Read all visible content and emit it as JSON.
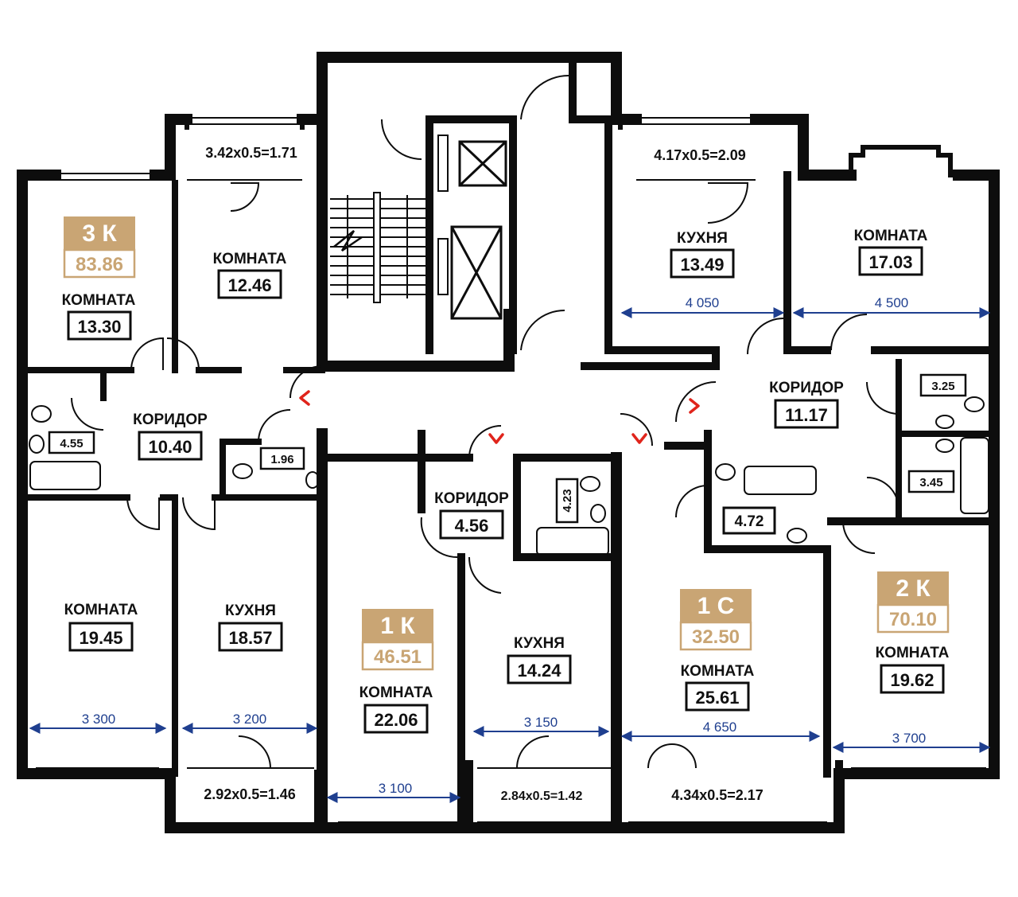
{
  "colors": {
    "wall": "#0d0d0d",
    "dimension": "#1f3f8f",
    "badge_gold": "#c9a574",
    "door_marker": "#e0241b"
  },
  "apartments": {
    "a3k": {
      "type": "3 К",
      "area": "83.86"
    },
    "a1k": {
      "type": "1 К",
      "area": "46.51"
    },
    "a1c": {
      "type": "1 С",
      "area": "32.50"
    },
    "a2k": {
      "type": "2 К",
      "area": "70.10"
    }
  },
  "rooms": {
    "a3k_room1": {
      "name": "КОМНАТА",
      "area": "13.30"
    },
    "a3k_room2": {
      "name": "КОМНАТА",
      "area": "12.46"
    },
    "a3k_corridor": {
      "name": "КОРИДОР",
      "area": "10.40"
    },
    "a3k_room3": {
      "name": "КОМНАТА",
      "area": "19.45"
    },
    "a3k_kitchen": {
      "name": "КУХНЯ",
      "area": "18.57"
    },
    "a1k_corridor": {
      "name": "КОРИДОР",
      "area": "4.56"
    },
    "a1k_room": {
      "name": "КОМНАТА",
      "area": "22.06"
    },
    "a1k_kitchen": {
      "name": "КУХНЯ",
      "area": "14.24"
    },
    "a1c_room": {
      "name": "КОМНАТА",
      "area": "25.61"
    },
    "a2k_kitchen": {
      "name": "КУХНЯ",
      "area": "13.49"
    },
    "a2k_room1": {
      "name": "КОМНАТА",
      "area": "17.03"
    },
    "a2k_corridor": {
      "name": "КОРИДОР",
      "area": "11.17"
    },
    "a2k_room2": {
      "name": "КОМНАТА",
      "area": "19.62"
    }
  },
  "bathrooms": {
    "b1": "4.55",
    "b2": "1.96",
    "b3": "4.23",
    "b4": "4.72",
    "b5": "3.25",
    "b6": "3.45"
  },
  "balconies": {
    "bal1": "3.42x0.5=1.71",
    "bal2": "4.17x0.5=2.09",
    "bal3": "2.92x0.5=1.46",
    "bal4": "2.84x0.5=1.42",
    "bal5": "4.34x0.5=2.17"
  },
  "dimensions": {
    "d1": "3 300",
    "d2": "3 200",
    "d3": "3 100",
    "d4": "3 150",
    "d5": "4 650",
    "d6": "3 700",
    "d7": "4 050",
    "d8": "4 500"
  }
}
